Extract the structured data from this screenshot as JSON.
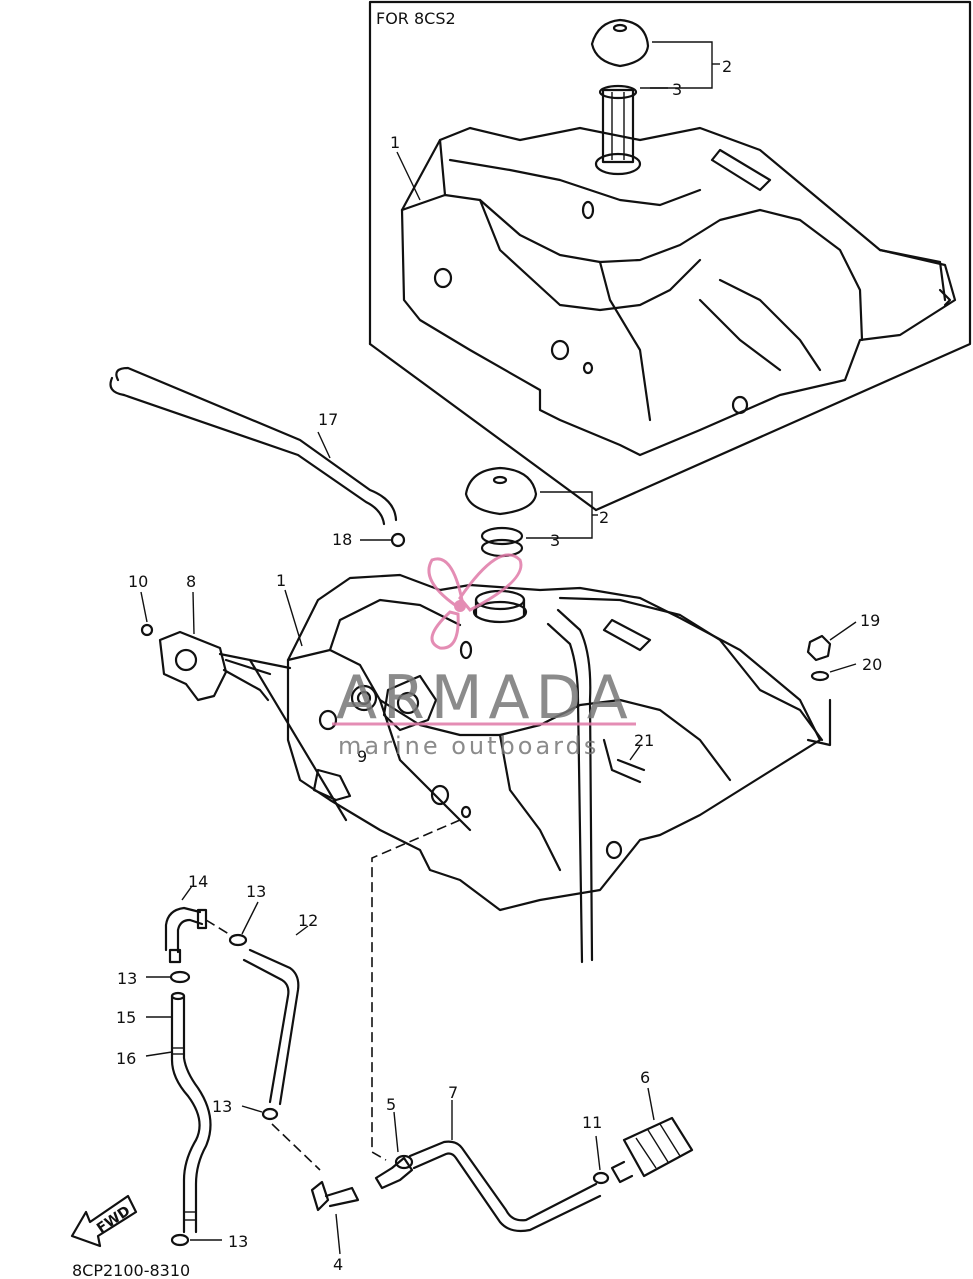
{
  "inset": {
    "title": "FOR 8CS2"
  },
  "diagram_code": "8CP2100-8310",
  "watermark": {
    "brand": "ARMADA",
    "tagline": "marine outboards",
    "accent": "#e07aa8"
  },
  "fwd_label": "FWD",
  "callouts": [
    {
      "id": "1a",
      "text": "1"
    },
    {
      "id": "2a",
      "text": "2"
    },
    {
      "id": "3a",
      "text": "3"
    },
    {
      "id": "17",
      "text": "17"
    },
    {
      "id": "2b",
      "text": "2"
    },
    {
      "id": "3b",
      "text": "3"
    },
    {
      "id": "18",
      "text": "18"
    },
    {
      "id": "10",
      "text": "10"
    },
    {
      "id": "8",
      "text": "8"
    },
    {
      "id": "1b",
      "text": "1"
    },
    {
      "id": "19",
      "text": "19"
    },
    {
      "id": "20",
      "text": "20"
    },
    {
      "id": "9",
      "text": "9"
    },
    {
      "id": "21",
      "text": "21"
    },
    {
      "id": "14",
      "text": "14"
    },
    {
      "id": "13a",
      "text": "13"
    },
    {
      "id": "12",
      "text": "12"
    },
    {
      "id": "13b",
      "text": "13"
    },
    {
      "id": "15",
      "text": "15"
    },
    {
      "id": "16",
      "text": "16"
    },
    {
      "id": "13c",
      "text": "13"
    },
    {
      "id": "5",
      "text": "5"
    },
    {
      "id": "7",
      "text": "7"
    },
    {
      "id": "6",
      "text": "6"
    },
    {
      "id": "11",
      "text": "11"
    },
    {
      "id": "4",
      "text": "4"
    },
    {
      "id": "13d",
      "text": "13"
    }
  ]
}
